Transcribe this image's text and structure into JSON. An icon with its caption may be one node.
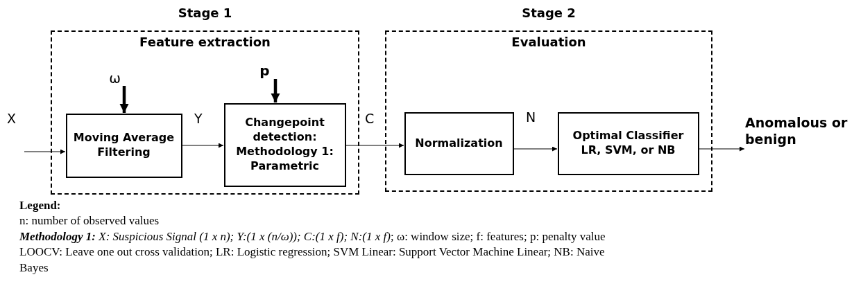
{
  "diagram": {
    "nodes": [
      {
        "text": [
          "Stage 1",
          "Feature extraction"
        ]
      },
      {
        "text": [
          "ω"
        ],
        "in": 0
      },
      {
        "text": [
          "p"
        ],
        "in": 0
      },
      {
        "text": [
          "Moving Average Filtering"
        ],
        "in": 0
      },
      {
        "text": [
          "Changepoint detection: Methodology 1: Parametric"
        ],
        "in": 0
      },
      {
        "text": [
          "Stage 2",
          "Evaluation"
        ]
      },
      {
        "text": [
          "Normalization"
        ],
        "in": 5
      },
      {
        "text": [
          "Optimal Classifier LR, SVM, or NB"
        ],
        "in": 5
      },
      {
        "text": [
          "Anomalous or benign"
        ]
      }
    ],
    "edges": [
      {
        "from": null,
        "to": 3,
        "arrow": "to",
        "label": "X"
      },
      {
        "from": 1,
        "to": 3,
        "arrow": "to",
        "style": "thick"
      },
      {
        "from": 2,
        "to": 4,
        "arrow": "to",
        "style": "thick"
      },
      {
        "from": 3,
        "to": 4,
        "arrow": "to",
        "label": "Y"
      },
      {
        "from": 4,
        "to": 6,
        "arrow": "to",
        "label": "C"
      },
      {
        "from": 6,
        "to": 7,
        "arrow": "to",
        "label": "N"
      },
      {
        "from": 7,
        "to": 8,
        "arrow": "to"
      }
    ],
    "labels": [
      "Legend:",
      "n: number of observed values",
      "**Methodology 1:** *X: Suspicious Signal (1 x n); Y:(1 x (n/ω)); C:(1 x f); N:(1 x f)*; ω: window size; f: features; p: penalty value",
      "LOOCV: Leave one out cross validation; LR: Logistic regression; SVM Linear: Support Vector Machine Linear; NB: Naive Bayes"
    ]
  }
}
